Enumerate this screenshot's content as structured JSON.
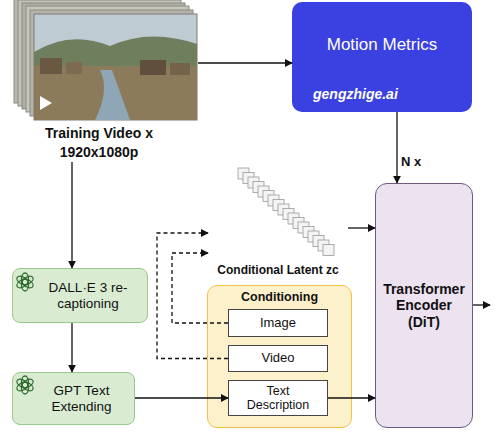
{
  "diagram": {
    "nodes": [
      {
        "text": [
          "Training Video x",
          "1920x1080p"
        ]
      },
      {
        "text": [
          "Motion Metrics"
        ]
      },
      {
        "text": [
          "Conditional Latent zc"
        ]
      },
      {
        "text": [
          "Transformer Encoder (DiT)"
        ]
      },
      {
        "text": [
          "DALL·E 3 re-captioning"
        ]
      },
      {
        "text": [
          "Conditioning"
        ]
      },
      {
        "text": [
          "Image"
        ],
        "in": 5
      },
      {
        "text": [
          "Video"
        ],
        "in": 5
      },
      {
        "text": [
          "Text Description"
        ],
        "in": 5
      },
      {
        "text": [
          "GPT Text Extending"
        ]
      }
    ],
    "edges": [
      {
        "from": 0,
        "to": 1,
        "arrow": "to"
      },
      {
        "from": 1,
        "to": 3,
        "arrow": "to"
      },
      {
        "from": 0,
        "to": 4,
        "arrow": "to"
      },
      {
        "from": 4,
        "to": 9,
        "arrow": "to"
      },
      {
        "from": 9,
        "to": 8,
        "arrow": "to"
      },
      {
        "from": 8,
        "to": 3,
        "arrow": "to"
      },
      {
        "from": 2,
        "to": 3,
        "arrow": "to"
      },
      {
        "from": 6,
        "to": 2,
        "arrow": "to"
      },
      {
        "from": 7,
        "to": 2,
        "arrow": "to"
      }
    ],
    "labels": [
      "N x",
      "gengzhige.ai"
    ]
  }
}
